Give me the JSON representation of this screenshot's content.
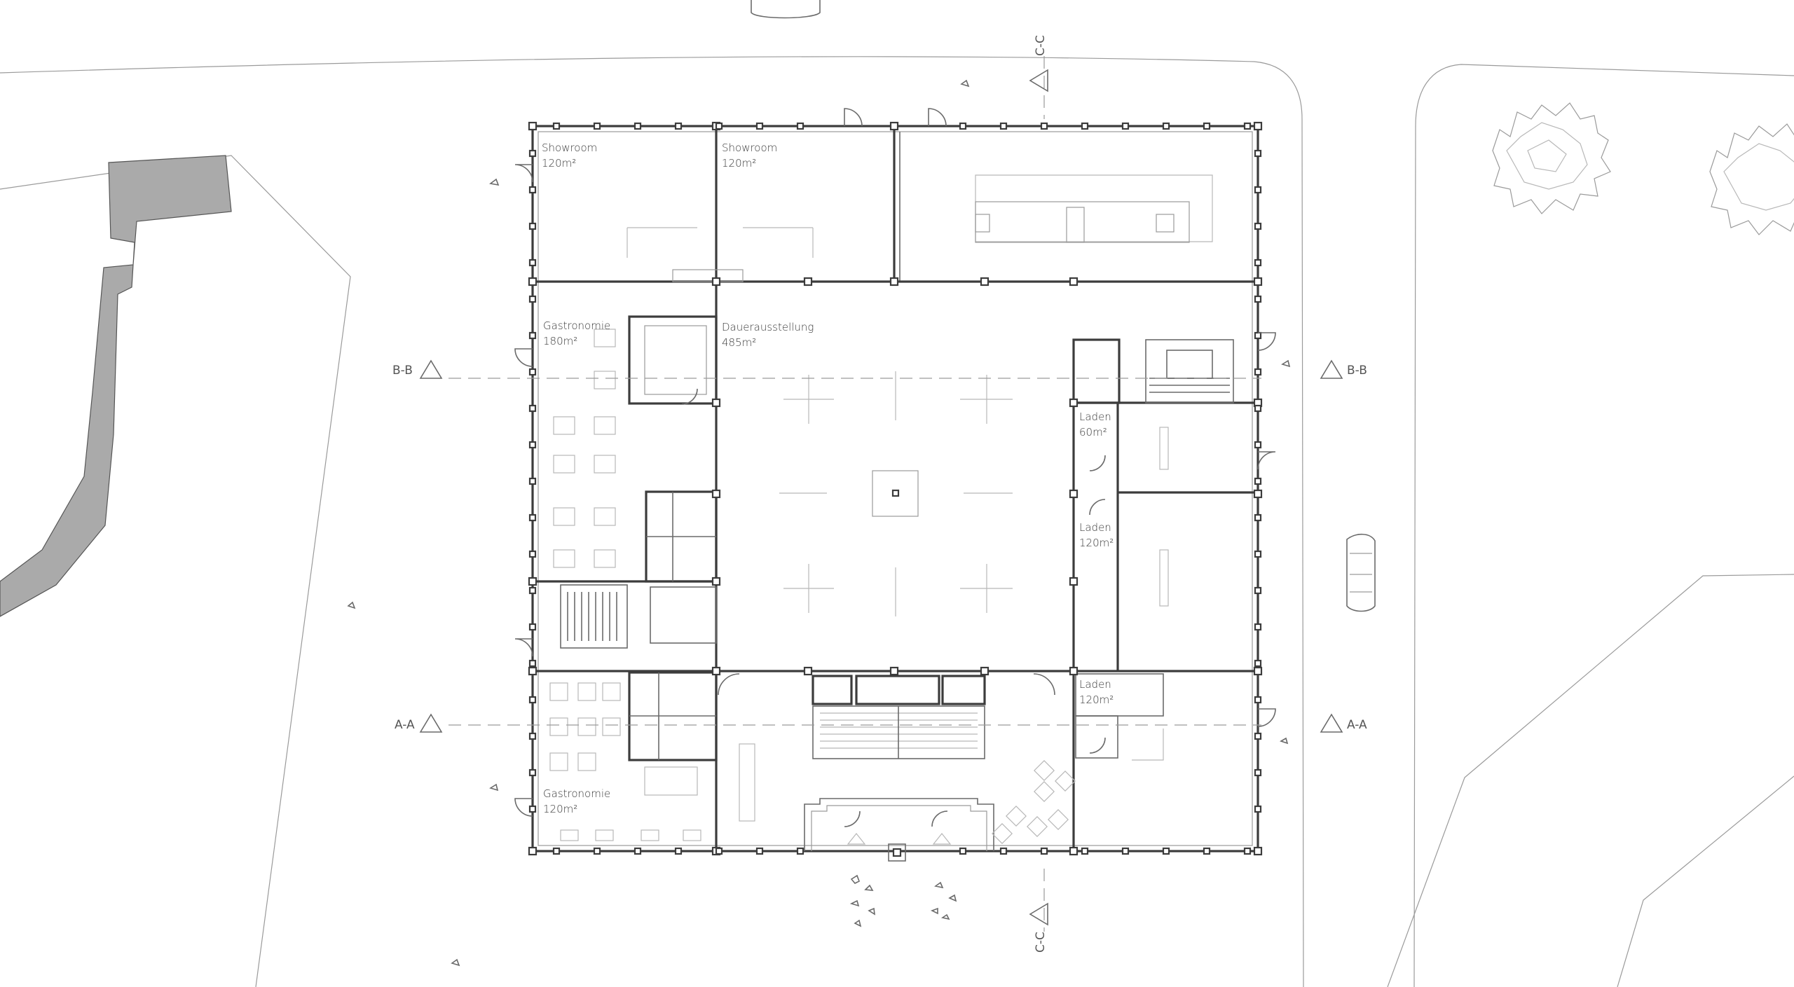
{
  "rooms": {
    "showroom_west": {
      "name": "Showroom",
      "area": "120m²"
    },
    "showroom_east": {
      "name": "Showroom",
      "area": "120m²"
    },
    "gastro_north": {
      "name": "Gastronomie",
      "area": "180m²"
    },
    "dauer": {
      "name": "Dauerausstellung",
      "area": "485m²"
    },
    "laden_1": {
      "name": "Laden",
      "area": "60m²"
    },
    "laden_2": {
      "name": "Laden",
      "area": "120m²"
    },
    "laden_3": {
      "name": "Laden",
      "area": "120m²"
    },
    "gastro_south": {
      "name": "Gastronomie",
      "area": "120m²"
    }
  },
  "sections": {
    "bb": "B-B",
    "aa": "A-A",
    "cc": "C-C"
  },
  "colors": {
    "wall": "#3c3c3c",
    "neighbor_fill": "#aaaaaa",
    "line": "#9a9a9a"
  }
}
